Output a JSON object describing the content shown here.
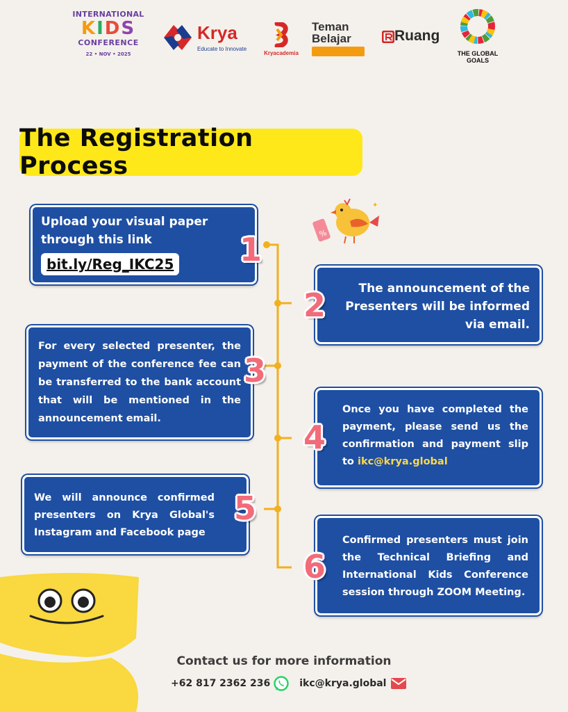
{
  "logos": {
    "ikc": {
      "line1": "INTERNATIONAL",
      "kids": [
        "K",
        "I",
        "D",
        "S"
      ],
      "line3": "CONFERENCE",
      "date": "22 • NOV • 2025"
    },
    "krya": {
      "name": "Krya",
      "tagline": "Educate to Innovate"
    },
    "kryacademia": {
      "name": "Kryacademia"
    },
    "teman_belajar": {
      "line1": "Teman",
      "line2": "Belajar"
    },
    "ruang": {
      "name": "Ruang"
    },
    "global_goals": {
      "name": "THE GLOBAL GOALS"
    }
  },
  "title": "The Registration Process",
  "steps": [
    {
      "number": "1",
      "text": "Upload your visual paper through this link",
      "link": "bit.ly/Reg_IKC25"
    },
    {
      "number": "2",
      "text": "The announcement of the Presenters will be informed via email."
    },
    {
      "number": "3",
      "text": "For every selected presenter, the payment of the conference fee can be transferred to the bank account that will be mentioned in the announcement email."
    },
    {
      "number": "4",
      "text": "Once you have completed the payment, please send us the confirmation and payment slip to",
      "email": "ikc@krya.global"
    },
    {
      "number": "5",
      "text": "We will announce confirmed presenters on Krya Global's Instagram and Facebook page"
    },
    {
      "number": "6",
      "text": "Confirmed presenters must join the Technical Briefing and International Kids Conference session through ZOOM Meeting."
    }
  ],
  "contact": {
    "title": "Contact us for more information",
    "phone": "+62 817 2362 236",
    "email": "ikc@krya.global"
  },
  "colors": {
    "card": "#1e4fa3",
    "title_bg": "#ffe81a",
    "connector": "#f2b01e",
    "number": "#f26b7a"
  },
  "icons": [
    "whatsapp-icon",
    "mail-icon",
    "bird-illustration",
    "smiley-mascot"
  ]
}
